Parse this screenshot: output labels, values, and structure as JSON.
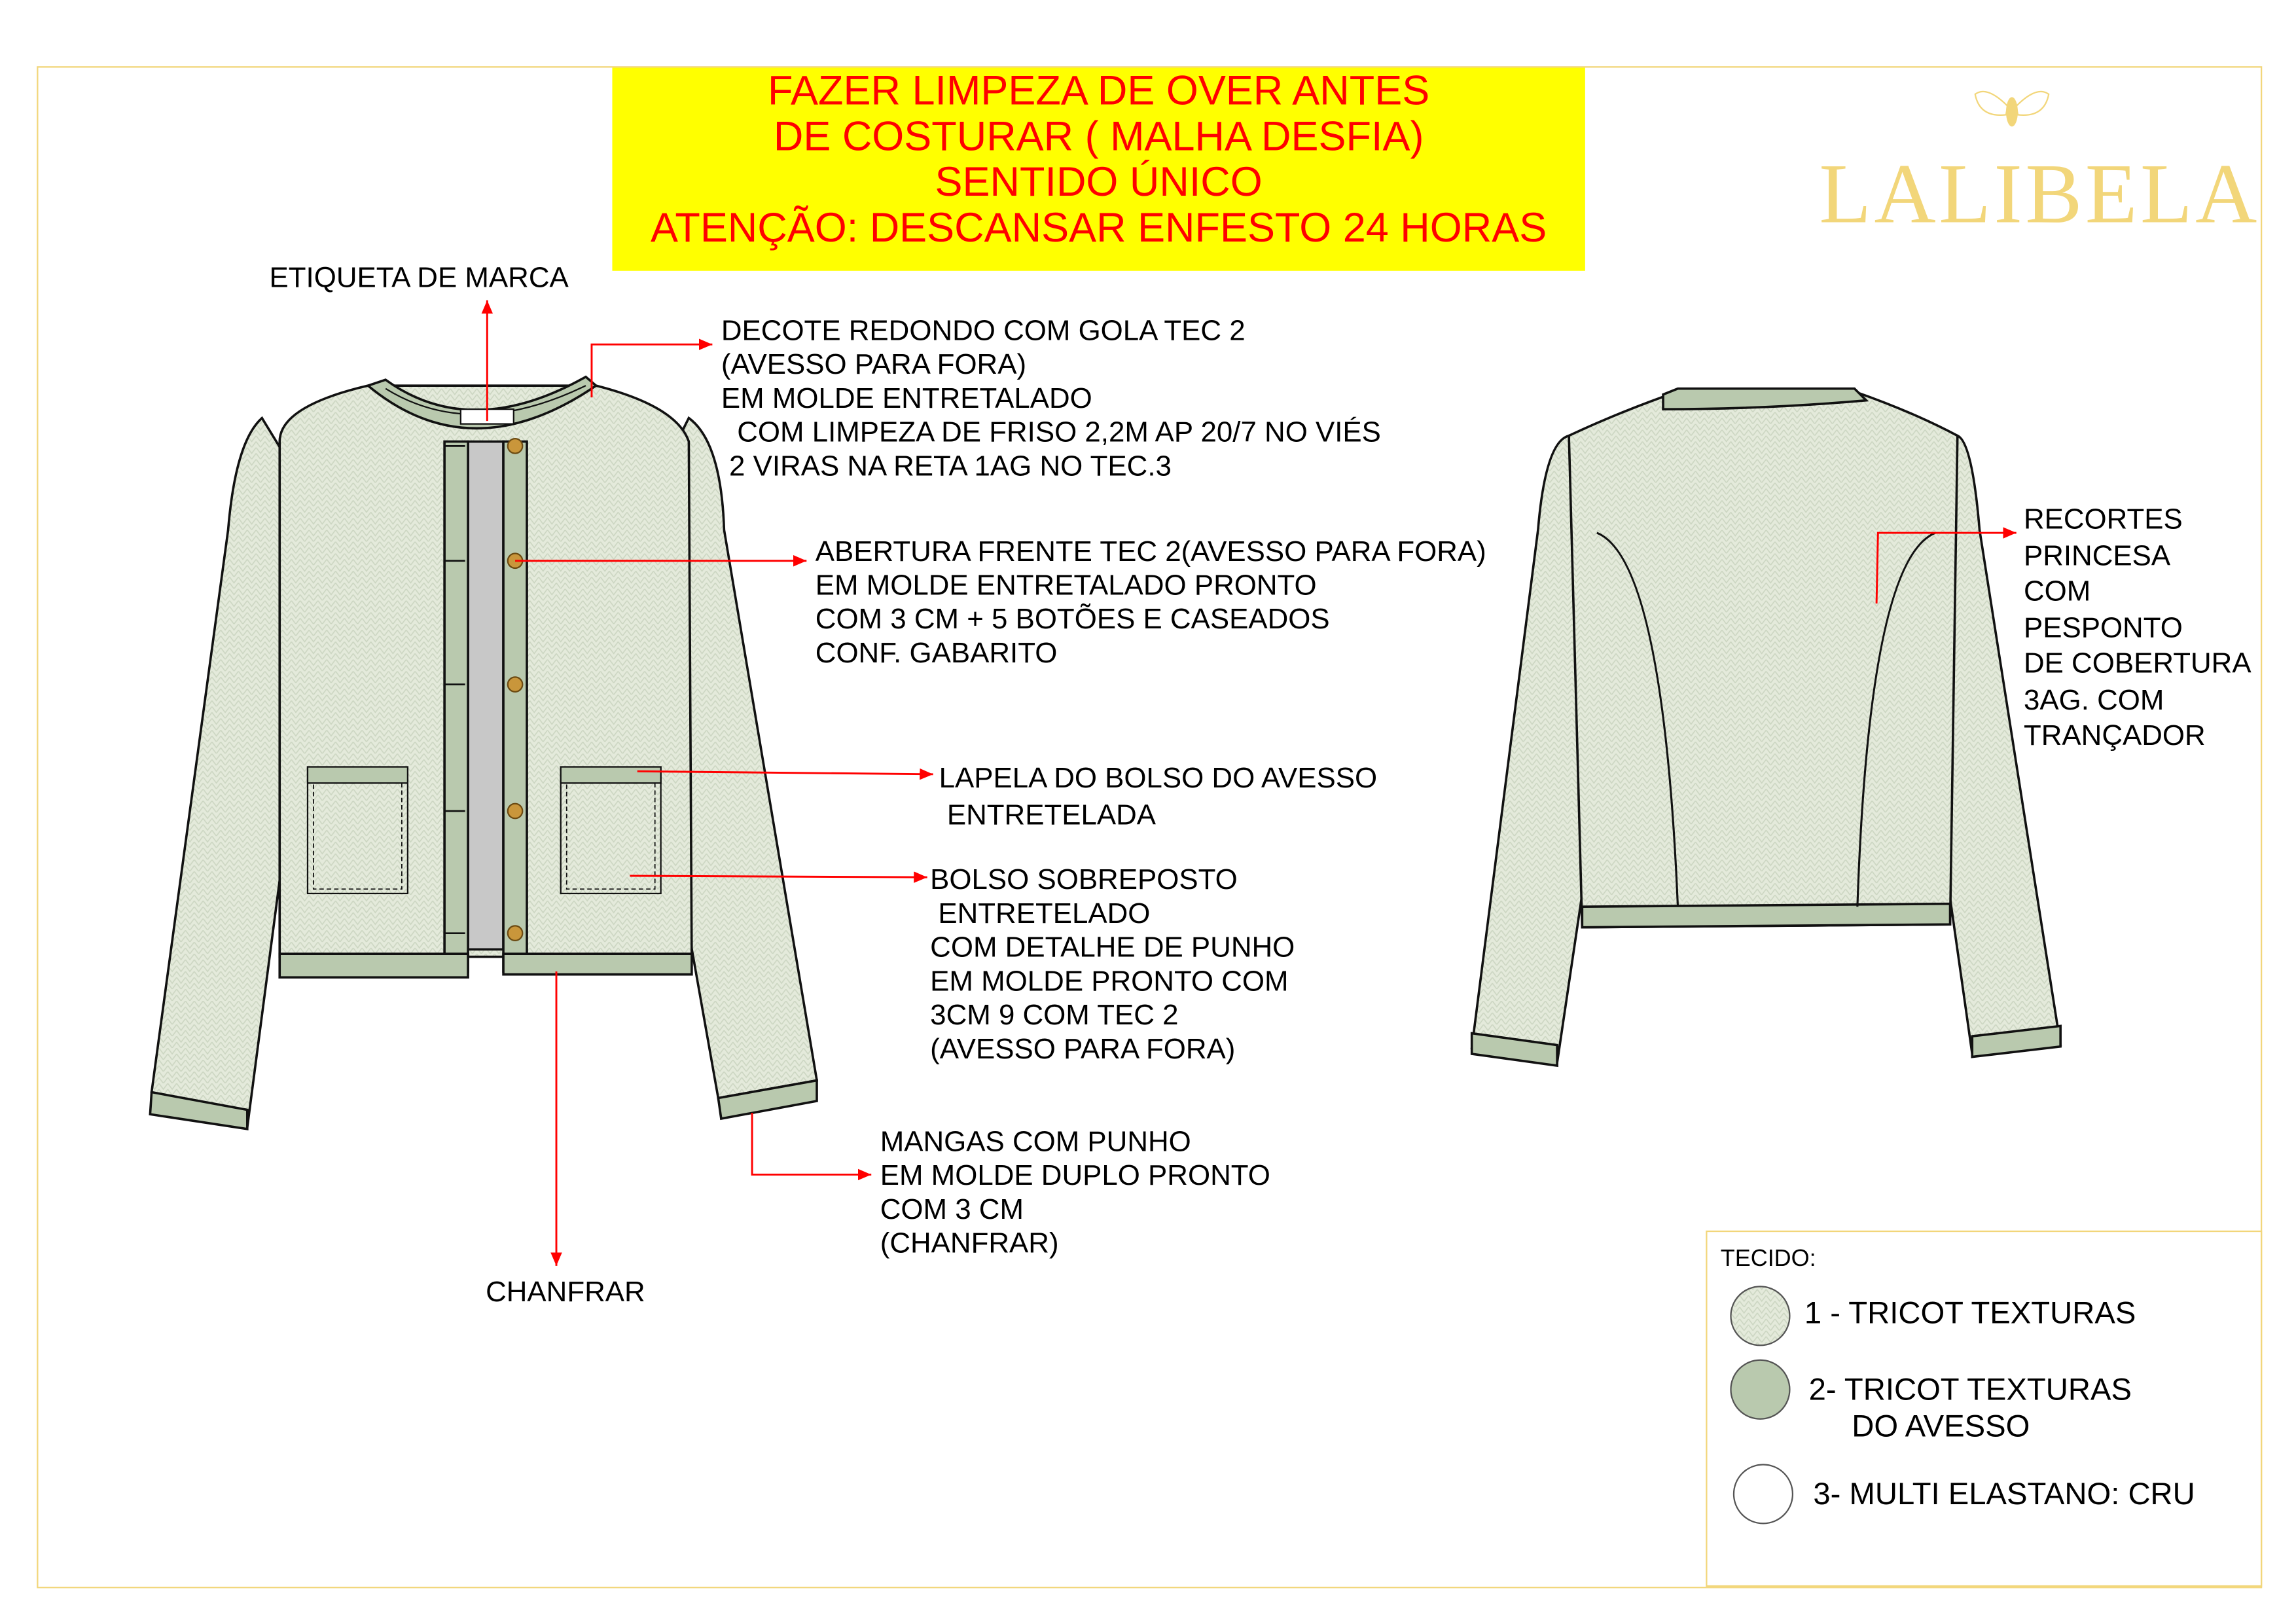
{
  "banner": {
    "lines": [
      "FAZER LIMPEZA DE OVER ANTES",
      "DE COSTURAR ( MALHA DESFIA)",
      "SENTIDO ÚNICO",
      "ATENÇÃO: DESCANSAR ENFESTO 24 HORAS"
    ]
  },
  "brand": {
    "name": "LALIBELA",
    "icon": "bee-icon",
    "color": "#f2d67a"
  },
  "callouts": {
    "label_brand": "ETIQUETA DE MARCA",
    "neckline": "DECOTE REDONDO COM GOLA TEC 2\n(AVESSO PARA FORA)\nEM MOLDE ENTRETALADO\n  COM LIMPEZA DE FRISO 2,2M AP 20/7 NO VIÉS\n 2 VIRAS NA RETA 1AG NO TEC.3",
    "front_opening": "ABERTURA FRENTE TEC 2(AVESSO PARA FORA)\nEM MOLDE ENTRETALADO PRONTO\nCOM 3 CM + 5 BOTÕES E CASEADOS\nCONF. GABARITO",
    "pocket_flap": "LAPELA DO BOLSO DO AVESSO\n ENTRETELADA",
    "patch_pocket": "BOLSO SOBREPOSTO\n ENTRETELADO\nCOM DETALHE DE PUNHO\nEM MOLDE PRONTO COM\n3CM 9 COM TEC 2\n(AVESSO PARA FORA)",
    "sleeves": "MANGAS COM PUNHO\nEM MOLDE DUPLO PRONTO\nCOM 3 CM\n(CHANFRAR)",
    "hem": "CHANFRAR",
    "princess_seams": "RECORTES\nPRINCESA\nCOM\nPESPONTO\nDE COBERTURA\n3AG. COM\nTRANÇADOR"
  },
  "legend": {
    "title": "TECIDO:",
    "items": [
      {
        "label": "1 - TRICOT TEXTURAS",
        "color": "#e4eadb"
      },
      {
        "label": "2- TRICOT TEXTURAS\n     DO AVESSO",
        "color": "#b9c9ae"
      },
      {
        "label": "3- MULTI ELASTANO: CRU",
        "color": "#ffffff"
      }
    ]
  },
  "colors": {
    "annotation": "#ff0000",
    "banner": "#ffff00",
    "fabric": "#e4eadb",
    "trim": "#b9c9ae",
    "lining": "#c8c8c8"
  }
}
